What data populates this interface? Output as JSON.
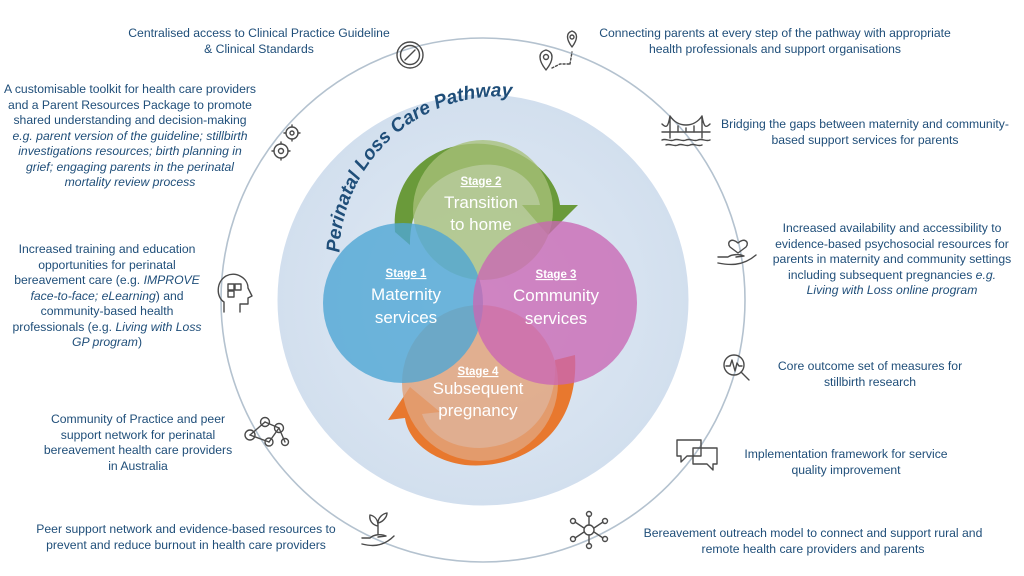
{
  "title": "Perinatal Loss Care Pathway",
  "stages": [
    {
      "stage": "Stage 1",
      "line1": "Maternity",
      "line2": "services"
    },
    {
      "stage": "Stage 2",
      "line1": "Transition",
      "line2": "to home"
    },
    {
      "stage": "Stage 3",
      "line1": "Community",
      "line2": "services"
    },
    {
      "stage": "Stage 4",
      "line1": "Subsequent",
      "line2": "pregnancy"
    }
  ],
  "colors": {
    "stage1": "#4fa6d4",
    "stage2": "#a8c07a",
    "stage3": "#c966b3",
    "stage4": "#e2a27a",
    "arrow_green": "#6a9a3a",
    "arrow_orange": "#e8782e",
    "text": "#1f4e79"
  },
  "notes": {
    "clinical": "Centralised access to Clinical Practice Guideline & Clinical Standards",
    "toolkit_pre": "A customisable toolkit for health care providers and a Parent Resources Package to promote shared understanding and decision-making ",
    "toolkit_em": "e.g. parent version of the guideline; stillbirth investigations resources; birth planning in grief; engaging parents in the perinatal mortality review process",
    "training_a": "Increased training and education opportunities for perinatal bereavement care (e.g. ",
    "training_b": "IMPROVE face-to-face; eLearning",
    "training_c": ") and community-based health professionals (e.g. ",
    "training_d": "Living with Loss GP program",
    "training_e": ")",
    "community": "Community of Practice and peer support network for perinatal bereavement health care providers in Australia",
    "peer": "Peer support network and evidence-based resources to prevent and reduce burnout in health care providers",
    "connecting": "Connecting parents at every step of the pathway with appropriate health professionals and support organisations",
    "bridging": "Bridging the gaps between maternity and community-based support services for parents",
    "increased_pre": "Increased availability and accessibility to evidence-based psychosocial resources for parents in maternity and community settings including subsequent pregnancies ",
    "increased_em": "e.g. Living with Loss online program",
    "core": "Core outcome set of measures for stillbirth research",
    "implementation": "Implementation framework for service quality improvement",
    "outreach": "Bereavement outreach model to connect and support rural and remote health care providers and parents"
  }
}
